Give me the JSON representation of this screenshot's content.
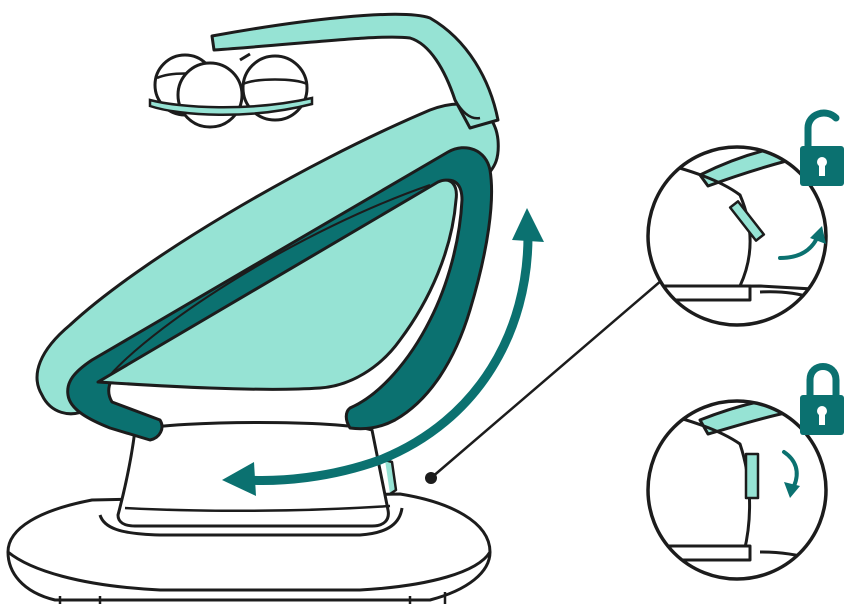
{
  "diagram": {
    "subject": "baby-rocker-recline-lock",
    "colors": {
      "accent_light": "#96e3d4",
      "accent_dark": "#0b7170",
      "outline": "#1c1c1c",
      "background": "#ffffff"
    },
    "icons": {
      "top_lock": "unlocked-padlock-icon",
      "bottom_lock": "locked-padlock-icon",
      "recline_arrow": "double-headed-curved-arrow",
      "top_motion": "rotate-up-arrow",
      "bottom_motion": "rotate-down-arrow"
    }
  }
}
